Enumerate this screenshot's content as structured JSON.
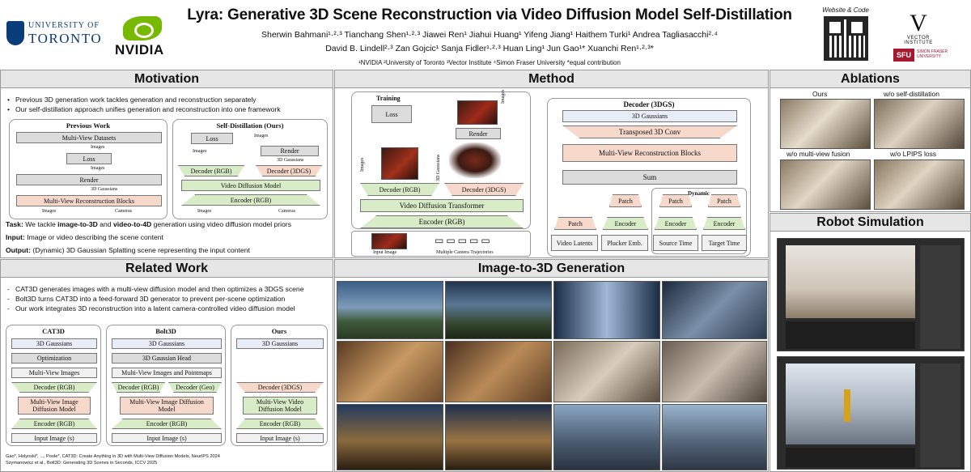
{
  "header": {
    "title": "Lyra: Generative 3D Scene Reconstruction via Video Diffusion Model Self-Distillation",
    "authors_line1": "Sherwin Bahmani¹·²·³  Tianchang Shen¹·²·³  Jiawei Ren¹  Jiahui Huang¹  Yifeng Jiang¹  Haithem Turki¹  Andrea Tagliasacchi²·⁴",
    "authors_line2": "David B. Lindell²·³  Zan Gojcic¹  Sanja Fidler¹·²·³  Huan Ling¹  Jun Gao¹*  Xuanchi Ren¹·²·³*",
    "affiliations": "¹NVIDIA  ²University of Toronto  ³Vector Institute  ⁴Simon Fraser University     *equal contribution",
    "website_label": "Website & Code",
    "logo_uoft_1": "UNIVERSITY OF",
    "logo_uoft_2": "TORONTO",
    "logo_nvidia": "NVIDIA",
    "logo_vector": "VECTOR INSTITUTE",
    "logo_sfu": "SFU",
    "logo_sfu_text": "SIMON FRASER UNIVERSITY"
  },
  "motivation": {
    "title": "Motivation",
    "bullets": [
      "Previous 3D generation work tackles generation and reconstruction separately",
      "Our self-distillation approach unifies generation and reconstruction into one framework"
    ],
    "prev_title": "Previous Work",
    "prev_mv_datasets": "Multi-View Datasets",
    "prev_images_1": "Images",
    "prev_loss": "Loss",
    "prev_images_2": "Images",
    "prev_render": "Render",
    "prev_3dg": "3D Gaussians",
    "prev_mvrb": "Multi-View Reconstruction Blocks",
    "prev_images_3": "Images",
    "prev_cameras": "Cameras",
    "self_title": "Self-Distillation (Ours)",
    "self_loss": "Loss",
    "self_images_top": "Images",
    "self_images_left": "Images",
    "self_render": "Render",
    "self_3dg": "3D Gaussians",
    "self_dec_rgb": "Decoder (RGB)",
    "self_dec_3dgs": "Decoder (3DGS)",
    "self_vdm": "Video Diffusion Model",
    "self_enc": "Encoder (RGB)",
    "self_images_bot": "Images",
    "self_cameras": "Cameras",
    "task_label": "Task:",
    "task_text_1": " We tackle ",
    "task_b1": "image-to-3D",
    "task_text_2": " and ",
    "task_b2": "video-to-4D",
    "task_text_3": " generation using video diffusion model priors",
    "input_label": "Input:",
    "input_text": " Image or video describing the scene content",
    "output_label": "Output:",
    "output_text": " (Dynamic) 3D Gaussian Splatting scene representing the input content"
  },
  "related": {
    "title": "Related Work",
    "bullets": [
      "CAT3D generates images with a multi-view diffusion model and then optimizes a 3DGS scene",
      "Bolt3D turns CAT3D into a feed-forward 3D generator to prevent per-scene optimization",
      "Our work integrates 3D reconstruction into a latent camera-controlled video diffusion model"
    ],
    "cat3d": {
      "title": "CAT3D",
      "gaussians": "3D Gaussians",
      "optim": "Optimization",
      "mvimg": "Multi-View Images",
      "dec": "Decoder (RGB)",
      "model": "Multi-View Image Diffusion Model",
      "enc": "Encoder (RGB)",
      "input": "Input Image (s)"
    },
    "bolt3d": {
      "title": "Bolt3D",
      "gaussians": "3D Gaussians",
      "head": "3D Gaussian Head",
      "mvimg": "Multi-View Images and Pointmaps",
      "dec1": "Decoder (RGB)",
      "dec2": "Decoder (Geo)",
      "model": "Multi-View Image Diffusion Model",
      "enc": "Encoder (RGB)",
      "input": "Input Image (s)"
    },
    "ours": {
      "title": "Ours",
      "gaussians": "3D Gaussians",
      "dec": "Decoder (3DGS)",
      "model": "Multi-View Video Diffusion Model",
      "enc": "Encoder (RGB)",
      "input": "Input Image (s)"
    },
    "refs": [
      "Gao*, Holynski*, ..., Poole*, CAT3D: Create Anything in 3D with Multi-View Diffusion Models, NeurIPS 2024",
      "Szymanowicz et al., Bolt3D: Generating 3D Scenes in Seconds, ICCV 2025"
    ]
  },
  "method": {
    "title": "Method",
    "training": "Training",
    "loss": "Loss",
    "render": "Render",
    "images_a": "Images",
    "images_b": "Images",
    "gaussians_v": "3D Gaussians",
    "dec_rgb": "Decoder (RGB)",
    "dec_3dgs": "Decoder (3DGS)",
    "vdt": "Video Diffusion Transformer",
    "enc": "Encoder (RGB)",
    "input_image": "Input Image",
    "cam_traj": "Multiple Camera Trajectories",
    "decoder_title": "Decoder (3DGS)",
    "d_gaussians": "3D Gaussians",
    "d_tconv": "Transposed 3D Conv",
    "d_mvrb": "Multi-View Reconstruction Blocks",
    "d_sum": "Sum",
    "d_dynamic": "Dynamic",
    "patch": "Patch",
    "encoder": "Encoder",
    "video_latents": "Video Latents",
    "plucker": "Plucker Emb.",
    "source_time": "Source Time",
    "target_time": "Target Time"
  },
  "i23d": {
    "title": "Image-to-3D Generation"
  },
  "ablations": {
    "title": "Ablations",
    "labels": [
      "Ours",
      "w/o self-distillation",
      "w/o multi-view fusion",
      "w/o LPIPS loss"
    ]
  },
  "robot": {
    "title": "Robot Simulation"
  }
}
